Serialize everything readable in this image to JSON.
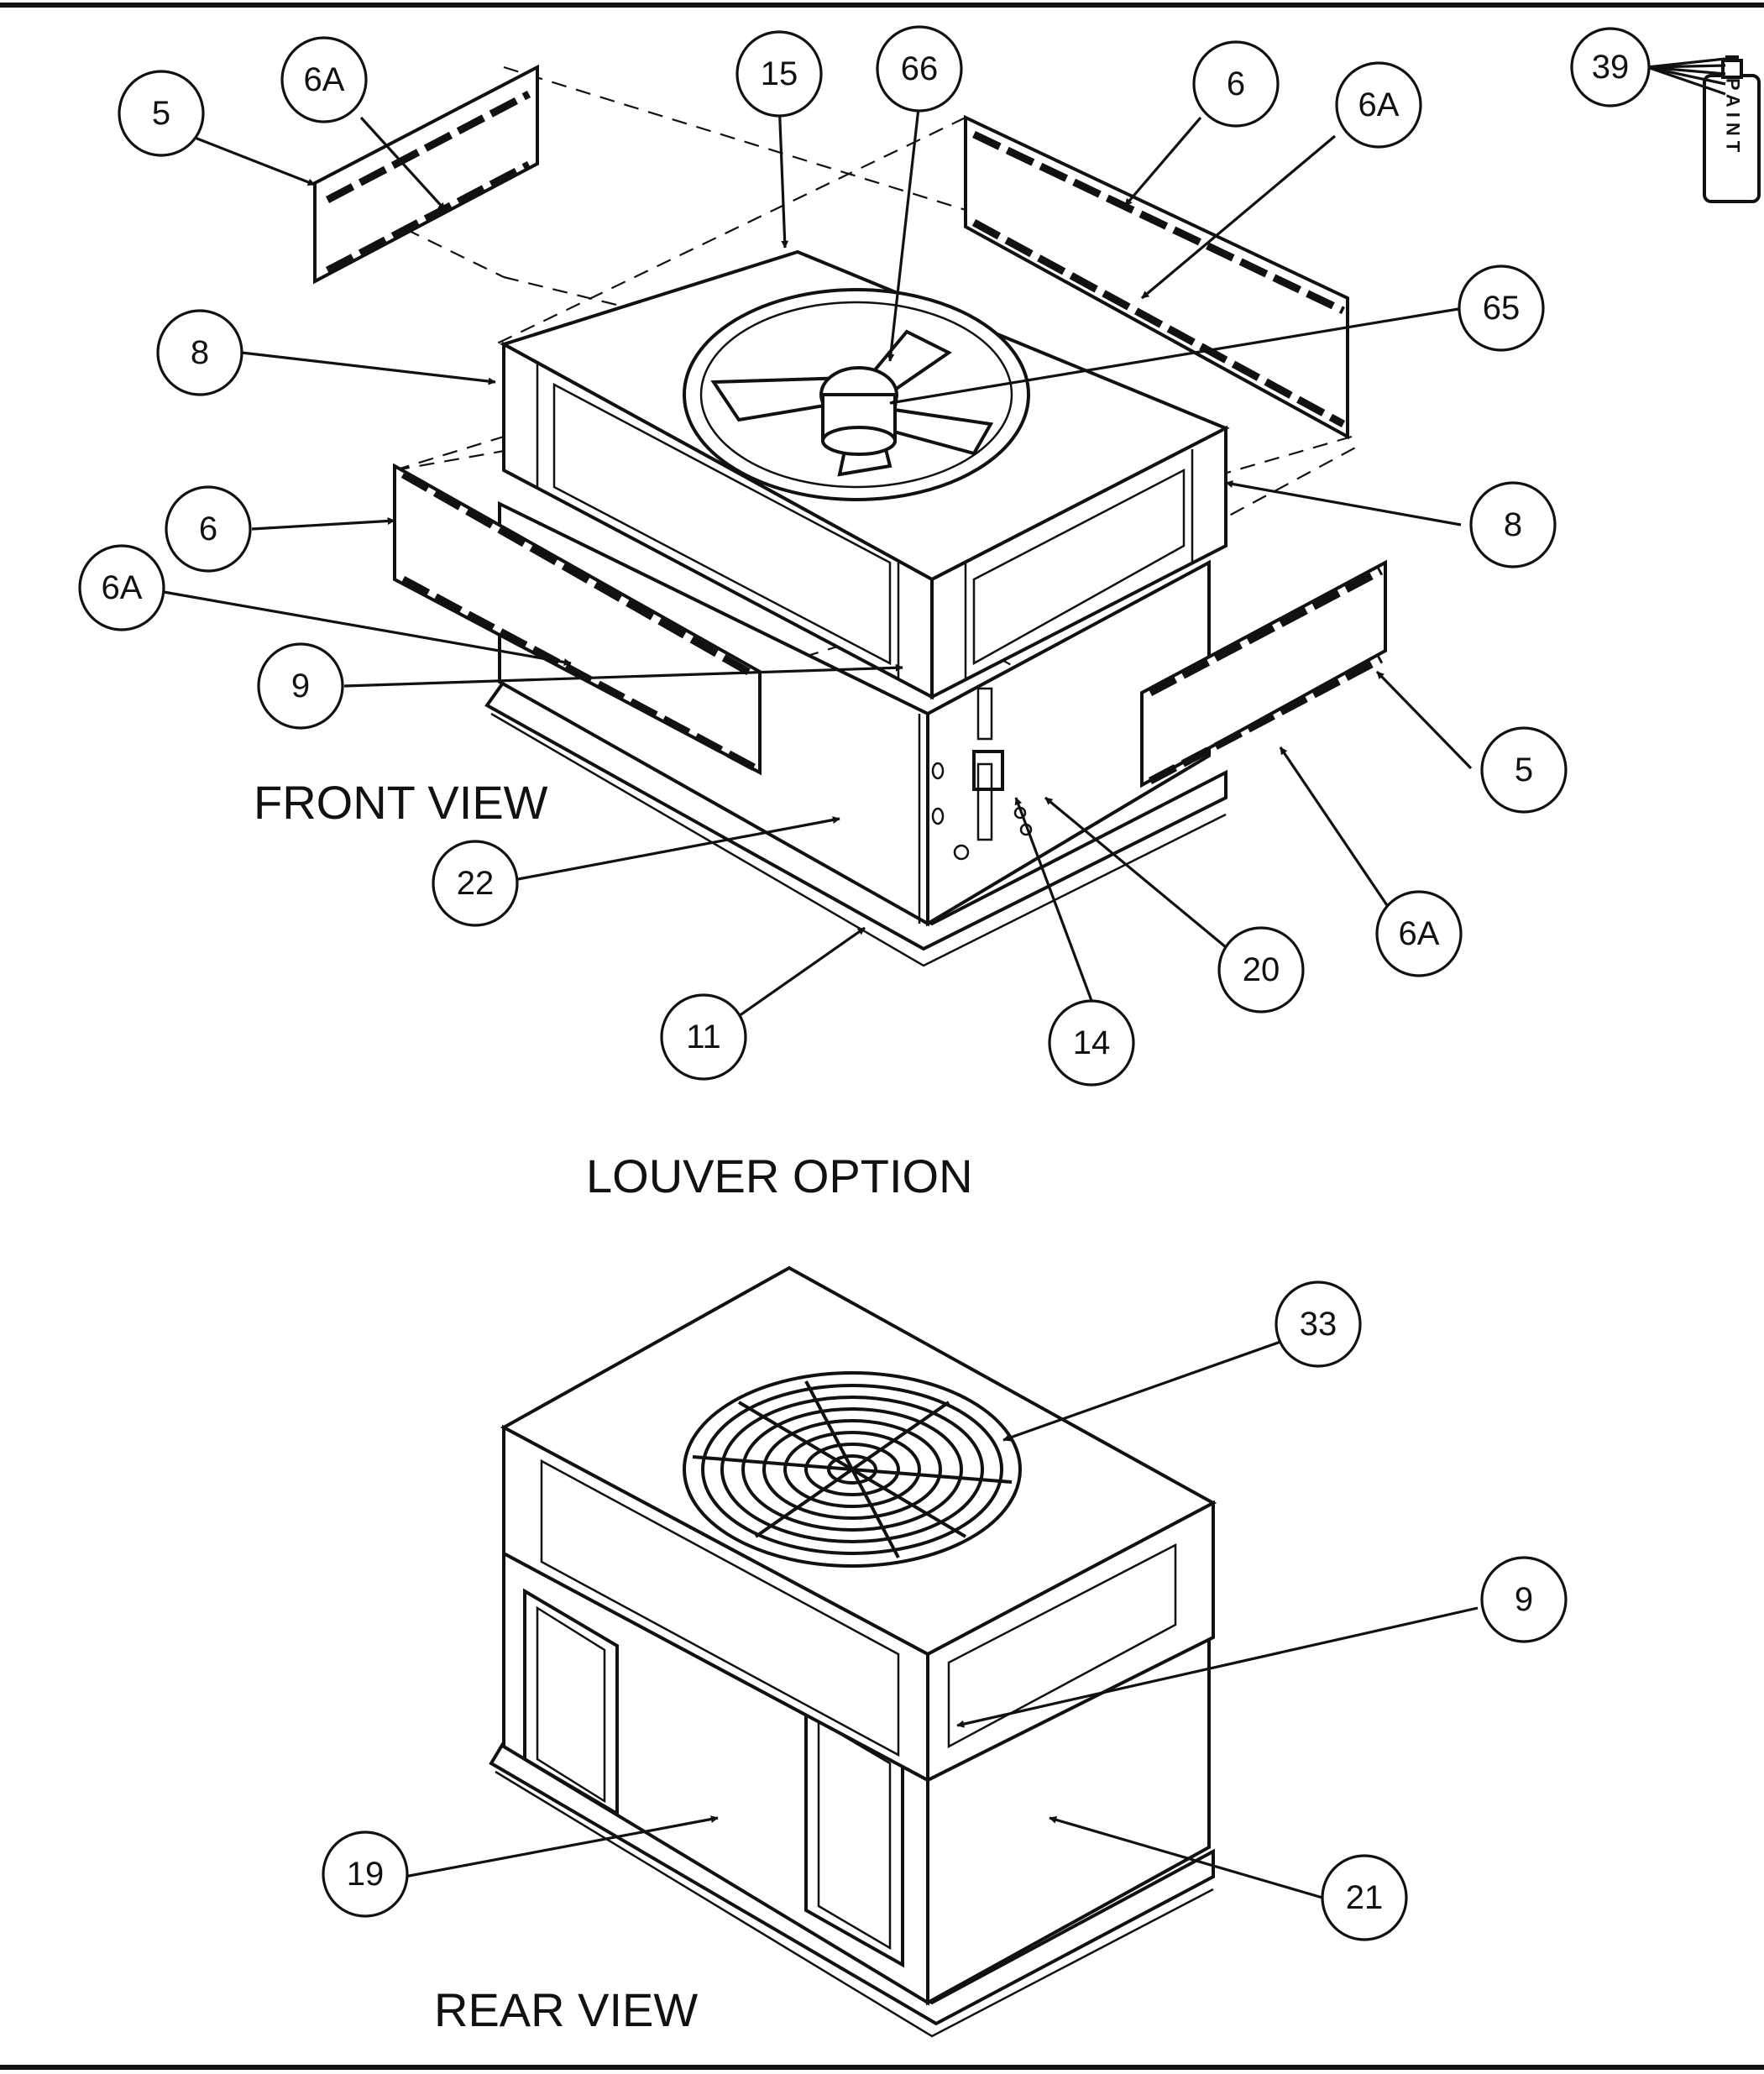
{
  "captions": {
    "front_view": "FRONT VIEW",
    "louver_option": "LOUVER OPTION",
    "rear_view": "REAR VIEW"
  },
  "paint_can_label": "PAINT",
  "callouts": {
    "c5a": "5",
    "c6a1": "6A",
    "c15": "15",
    "c66": "66",
    "c6b": "6",
    "c6a2": "6A",
    "c39": "39",
    "c65": "65",
    "c8a": "8",
    "c8b": "8",
    "c6c": "6",
    "c6a3": "6A",
    "c9a": "9",
    "c5b": "5",
    "c22": "22",
    "c6a4": "6A",
    "c20": "20",
    "c11": "11",
    "c14": "14",
    "c33": "33",
    "c9b": "9",
    "c19": "19",
    "c21": "21"
  }
}
